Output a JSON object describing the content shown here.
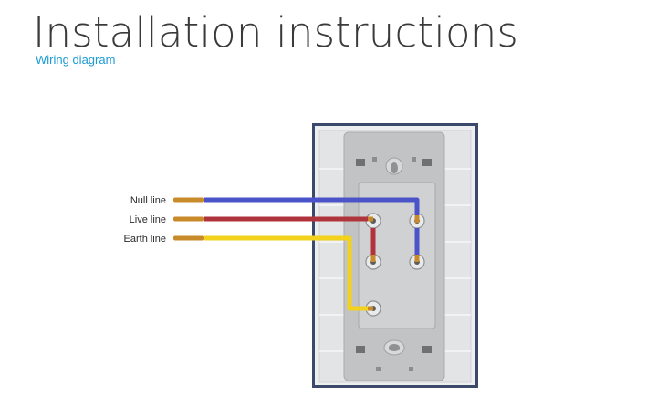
{
  "header": {
    "title": "Installation instructions",
    "subtitle": "Wiring diagram"
  },
  "diagram": {
    "wires": [
      {
        "label": "Null line",
        "color": "#4a54c8"
      },
      {
        "label": "Live line",
        "color": "#b0343c"
      },
      {
        "label": "Earth line",
        "color": "#f2d21c"
      }
    ],
    "socket": {
      "frame_color": "#3b4a6b",
      "panel_color": "#e6e8ea",
      "body_color": "#bfc1c3",
      "icons": [
        "wall-socket-icon"
      ]
    }
  }
}
